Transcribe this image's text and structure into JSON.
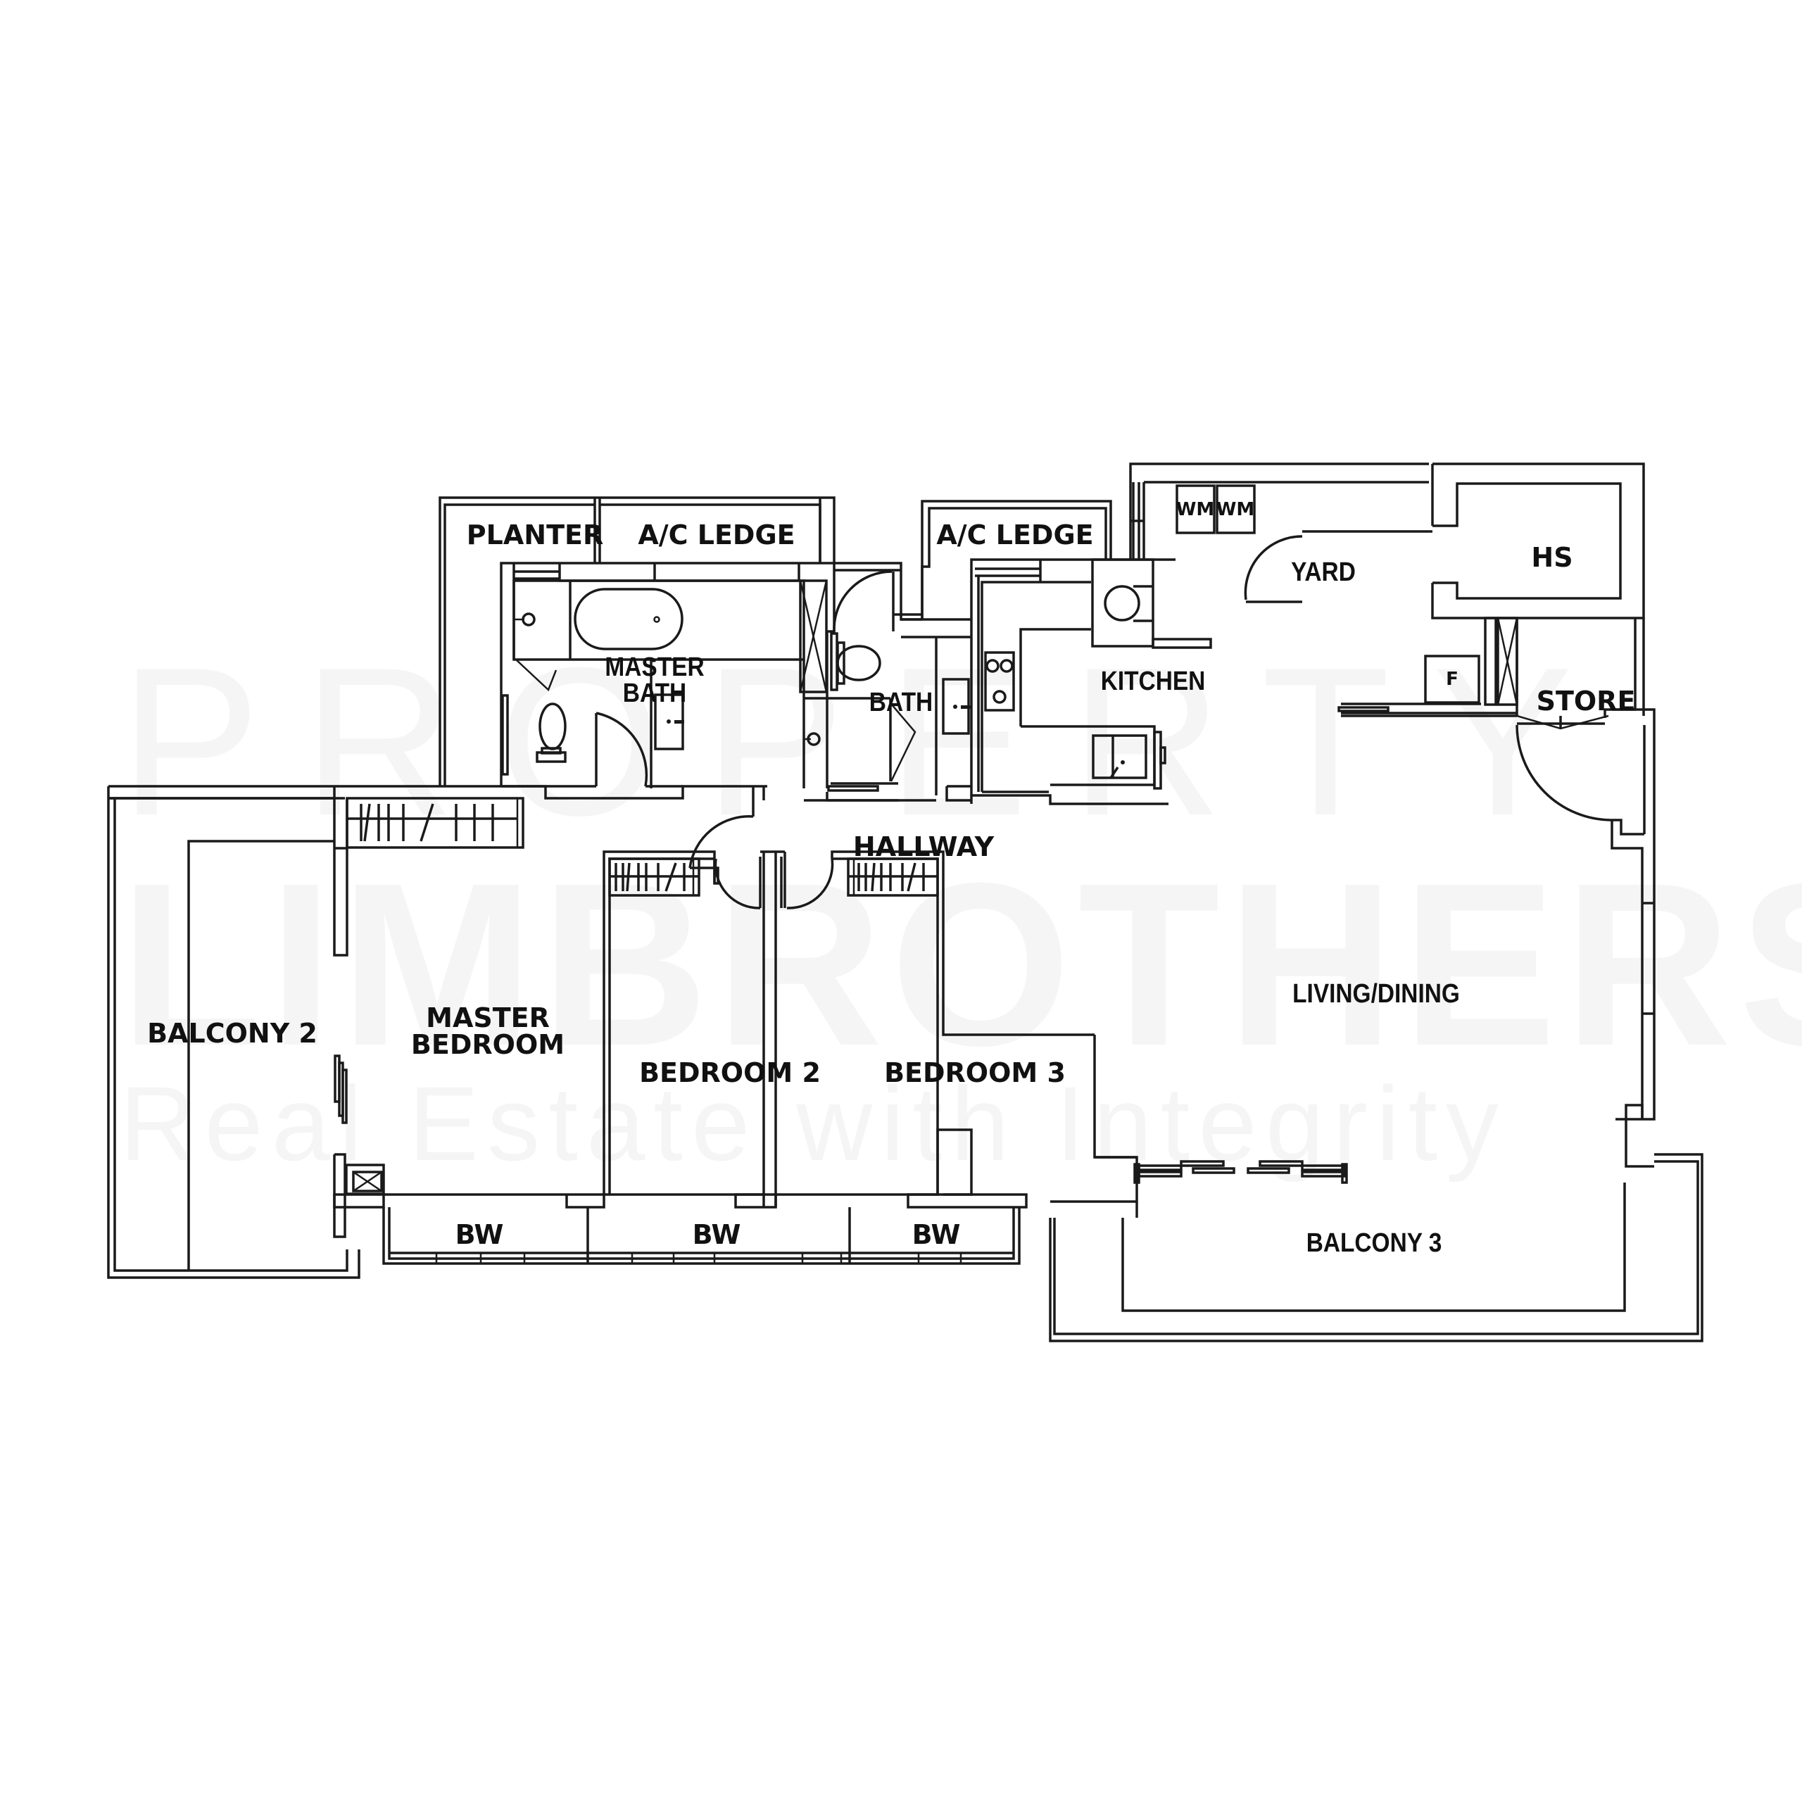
{
  "watermark": {
    "line1": "PROPERTY",
    "line2": "LIMBROTHERS",
    "line3": "Real Estate with Integrity",
    "color": "#f5f5f5"
  },
  "rooms": {
    "planter": "PLANTER",
    "ac_ledge_1": "A/C LEDGE",
    "ac_ledge_2": "A/C LEDGE",
    "master_bath_1": "MASTER",
    "master_bath_2": "BATH",
    "bath": "BATH",
    "kitchen": "KITCHEN",
    "yard": "YARD",
    "hs": "HS",
    "store": "STORE",
    "hallway": "HALLWAY",
    "living_dining": "LIVING/DINING",
    "balcony_2": "BALCONY 2",
    "master_bedroom_1": "MASTER",
    "master_bedroom_2": "BEDROOM",
    "bedroom_2": "BEDROOM 2",
    "bedroom_3": "BEDROOM 3",
    "bw_1": "BW",
    "bw_2": "BW",
    "bw_3": "BW",
    "balcony_3": "BALCONY 3"
  },
  "fixtures": {
    "wm_1": "WM",
    "wm_2": "WM",
    "fridge": "F"
  },
  "colors": {
    "line": "#1a1a1a",
    "background": "#ffffff"
  }
}
